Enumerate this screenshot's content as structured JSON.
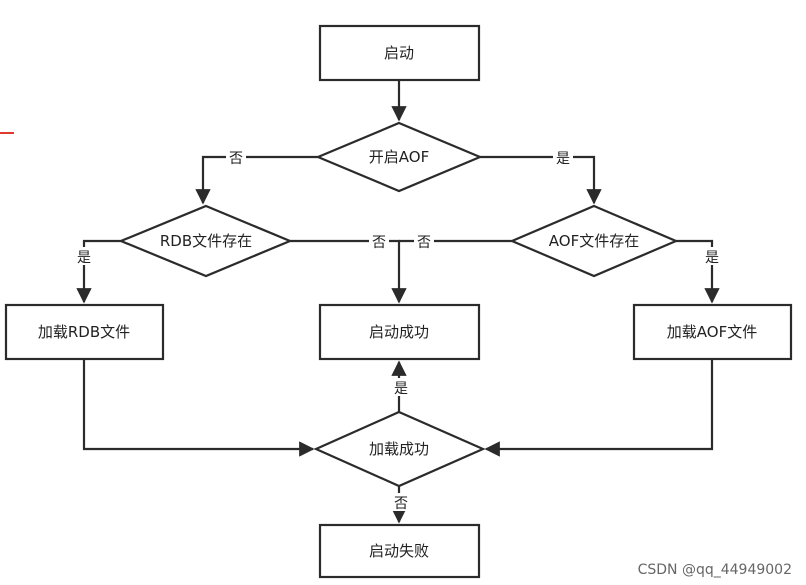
{
  "nodes": {
    "start": "启动",
    "aof_enabled": "开启AOF",
    "rdb_exists": "RDB文件存在",
    "aof_exists": "AOF文件存在",
    "load_rdb": "加载RDB文件",
    "start_success": "启动成功",
    "load_aof": "加载AOF文件",
    "load_success": "加载成功",
    "start_fail": "启动失败"
  },
  "edges": {
    "aof_no": "否",
    "aof_yes": "是",
    "rdb_yes": "是",
    "rdb_no": "否",
    "aofexists_no": "否",
    "aofexists_yes": "是",
    "loadsuccess_yes": "是",
    "loadsuccess_no": "否"
  },
  "watermark": "CSDN @qq_44949002"
}
